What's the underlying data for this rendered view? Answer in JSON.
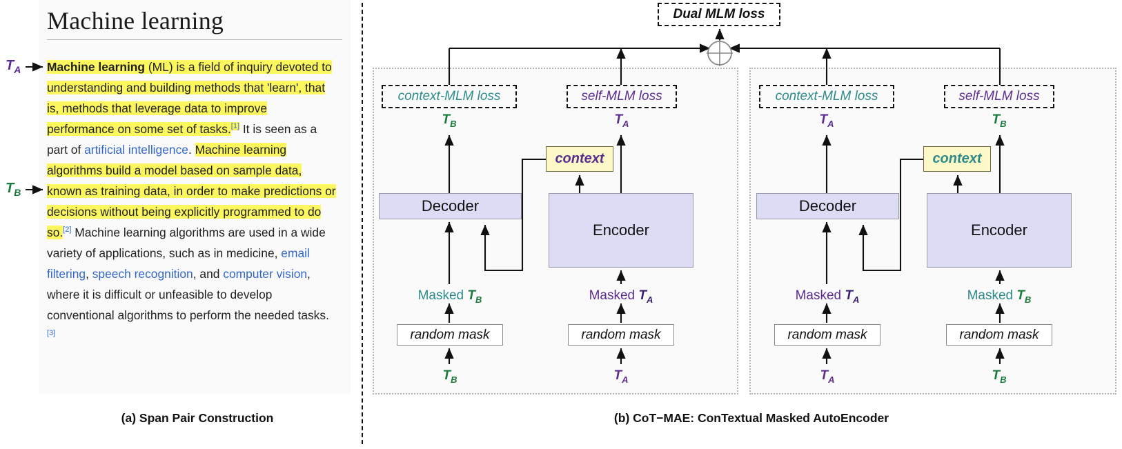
{
  "figure": {
    "caption_a": "(a) Span Pair Construction",
    "caption_b": "(b) CoT−MAE: ConTextual Masked AutoEncoder"
  },
  "colors": {
    "token_a": "#5b2d90",
    "token_b": "#1a7a3c",
    "context_loss": "#2e8b8b",
    "self_loss": "#5b2d90",
    "highlight": "#fcf75e",
    "wiki_link": "#3366cc",
    "model_box": "#dcdcf5",
    "context_box": "#fcf8c8"
  },
  "left_panel": {
    "article_title": "Machine learning",
    "span_markers": [
      {
        "label": "T",
        "sub": "A",
        "name": "span-marker-ta"
      },
      {
        "label": "T",
        "sub": "B",
        "name": "span-marker-tb"
      }
    ],
    "paragraph_runs": [
      {
        "text": "Machine learning",
        "style": "hl-bold"
      },
      {
        "text": " (ML)",
        "style": "hl"
      },
      {
        "text": " is a field of inquiry devoted to understanding and building methods that 'learn', that is, methods that leverage data to improve performance on some set of tasks.",
        "style": "hl"
      },
      {
        "text": "[1]",
        "style": "ref-hl"
      },
      {
        "text": " It is seen as a part of ",
        "style": "plain"
      },
      {
        "text": "artificial intelligence",
        "style": "link"
      },
      {
        "text": ". ",
        "style": "plain"
      },
      {
        "text": "Machine learning algorithms build a model based on sample data, known as training data, in order to make predictions or decisions without being explicitly programmed to do so.",
        "style": "hl"
      },
      {
        "text": "[2]",
        "style": "ref"
      },
      {
        "text": " Machine learning algorithms are used in a wide variety of applications, such as in medicine, ",
        "style": "plain"
      },
      {
        "text": "email filtering",
        "style": "link"
      },
      {
        "text": ", ",
        "style": "plain"
      },
      {
        "text": "speech recognition",
        "style": "link"
      },
      {
        "text": ", and ",
        "style": "plain"
      },
      {
        "text": "computer vision",
        "style": "link"
      },
      {
        "text": ", where it is difficult or unfeasible to develop conventional algorithms to perform the needed tasks.",
        "style": "plain"
      },
      {
        "text": "[3]",
        "style": "ref"
      }
    ]
  },
  "right_panel": {
    "dual_loss_label": "Dual MLM loss",
    "sum_operator": "⊕",
    "branches": [
      {
        "name": "branch-left",
        "decoder_side": {
          "loss_label": "context-MLM loss",
          "loss_kind": "context",
          "target_token": {
            "label": "T",
            "sub": "B",
            "kind": "b"
          },
          "module_label": "Decoder",
          "masked_label": "Masked",
          "masked_token": {
            "label": "T",
            "sub": "B",
            "kind": "b"
          },
          "mask_label": "random mask",
          "input_token": {
            "label": "T",
            "sub": "B",
            "kind": "b"
          }
        },
        "encoder_side": {
          "loss_label": "self-MLM loss",
          "loss_kind": "self",
          "target_token": {
            "label": "T",
            "sub": "A",
            "kind": "a"
          },
          "context_label": "context",
          "context_color": "purple",
          "module_label": "Encoder",
          "masked_label": "Masked",
          "masked_token": {
            "label": "T",
            "sub": "A",
            "kind": "a"
          },
          "mask_label": "random mask",
          "input_token": {
            "label": "T",
            "sub": "A",
            "kind": "a"
          }
        }
      },
      {
        "name": "branch-right",
        "decoder_side": {
          "loss_label": "context-MLM loss",
          "loss_kind": "context",
          "target_token": {
            "label": "T",
            "sub": "A",
            "kind": "a"
          },
          "module_label": "Decoder",
          "masked_label": "Masked",
          "masked_token": {
            "label": "T",
            "sub": "A",
            "kind": "a"
          },
          "mask_label": "random mask",
          "input_token": {
            "label": "T",
            "sub": "A",
            "kind": "a"
          }
        },
        "encoder_side": {
          "loss_label": "self-MLM loss",
          "loss_kind": "self",
          "target_token": {
            "label": "T",
            "sub": "B",
            "kind": "b"
          },
          "context_label": "context",
          "context_color": "teal",
          "module_label": "Encoder",
          "masked_label": "Masked",
          "masked_token": {
            "label": "T",
            "sub": "B",
            "kind": "b"
          },
          "mask_label": "random mask",
          "input_token": {
            "label": "T",
            "sub": "B",
            "kind": "b"
          }
        }
      }
    ]
  }
}
